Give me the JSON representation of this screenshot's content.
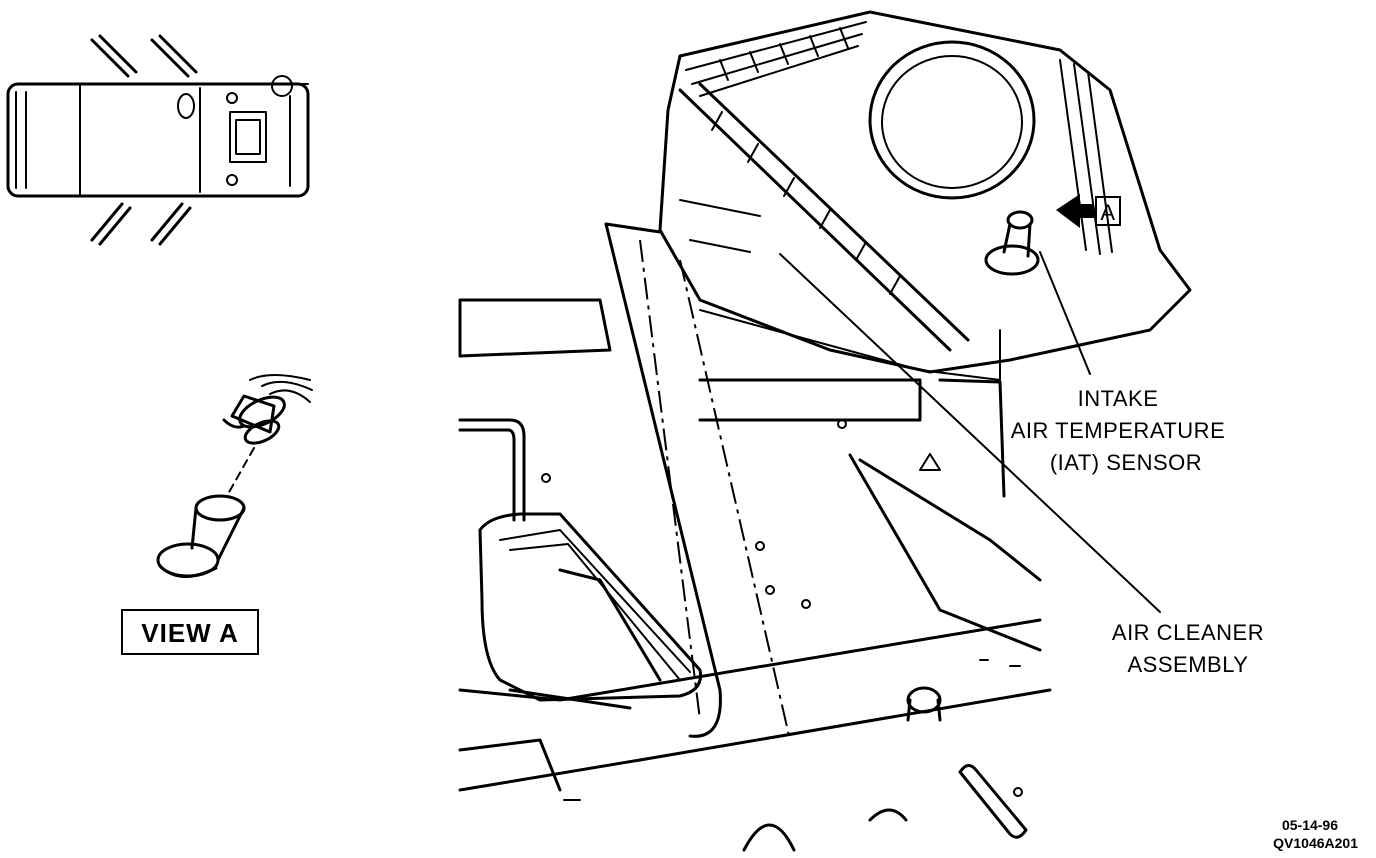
{
  "labels": {
    "iat_line1": "INTAKE",
    "iat_line2": "AIR TEMPERATURE",
    "iat_line3": "(IAT) SENSOR",
    "air_cleaner_line1": "AIR CLEANER",
    "air_cleaner_line2": "ASSEMBLY",
    "view_a": "VIEW A",
    "view_marker": "A",
    "date_code": "05-14-96",
    "figure_id": "QV1046A201"
  }
}
